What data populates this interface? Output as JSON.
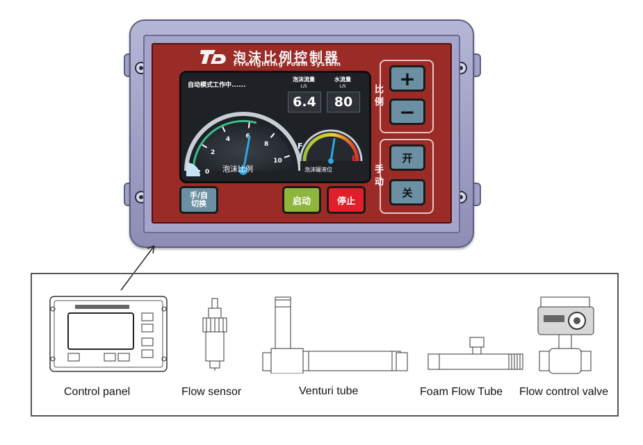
{
  "device": {
    "title_cn": "泡沫比例控制器",
    "title_en": "Firefighting Foam System",
    "logo_text": "TD",
    "status_text": "自动模式工作中......",
    "foam_flow": {
      "label": "泡沫流量",
      "unit": "L/S",
      "value": "6.4"
    },
    "water_flow": {
      "label": "水流量",
      "unit": "L/S",
      "value": "80"
    },
    "ratio_gauge": {
      "label": "泡沫比例",
      "ticks": [
        "0",
        "2",
        "4",
        "6",
        "8",
        "10"
      ],
      "value": 6.2
    },
    "level_gauge": {
      "label": "泡沫罐液位",
      "full": "F",
      "empty": "E",
      "value": 0.55
    },
    "buttons": {
      "switch_line1": "手/自",
      "switch_line2": "切换",
      "start": "启动",
      "stop": "停止",
      "plus": "+",
      "minus": "−",
      "open": "开",
      "close": "关"
    },
    "ratio_group_label": [
      "比",
      "例"
    ],
    "manual_group_label": [
      "手",
      "动"
    ]
  },
  "components": [
    {
      "name": "control-panel",
      "caption": "Control panel"
    },
    {
      "name": "flow-sensor",
      "caption": "Flow sensor"
    },
    {
      "name": "venturi-tube",
      "caption": "Venturi tube"
    },
    {
      "name": "foam-flow-tube",
      "caption": "Foam Flow Tube"
    },
    {
      "name": "flow-control-valve",
      "caption": "Flow control valve"
    }
  ]
}
